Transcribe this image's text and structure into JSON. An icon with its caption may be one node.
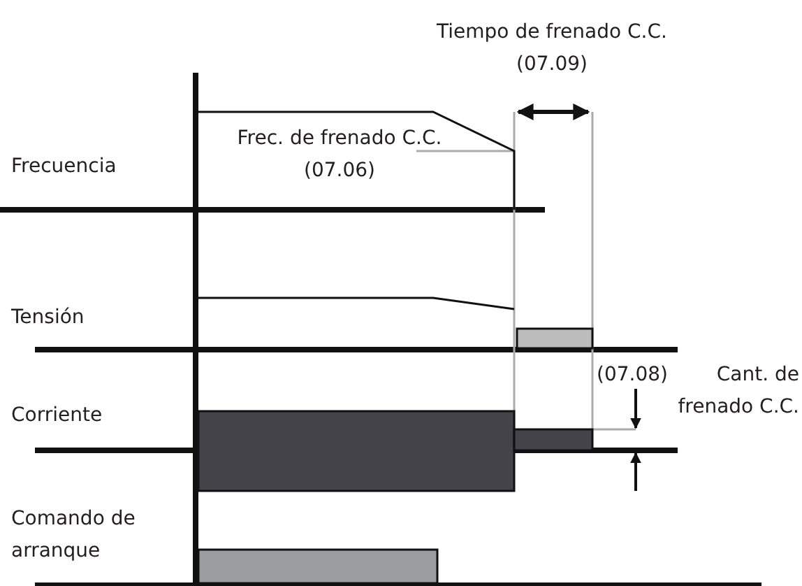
{
  "diagram": {
    "labels": [
      "Tiempo de frenado C.C. (07.09)",
      "Frecuencia",
      "Frec. de frenado C.C. (07.06)",
      "Tensión",
      "(07.08)",
      "Cant. de frenado C.C.",
      "Corriente",
      "Comando de arranque"
    ]
  }
}
